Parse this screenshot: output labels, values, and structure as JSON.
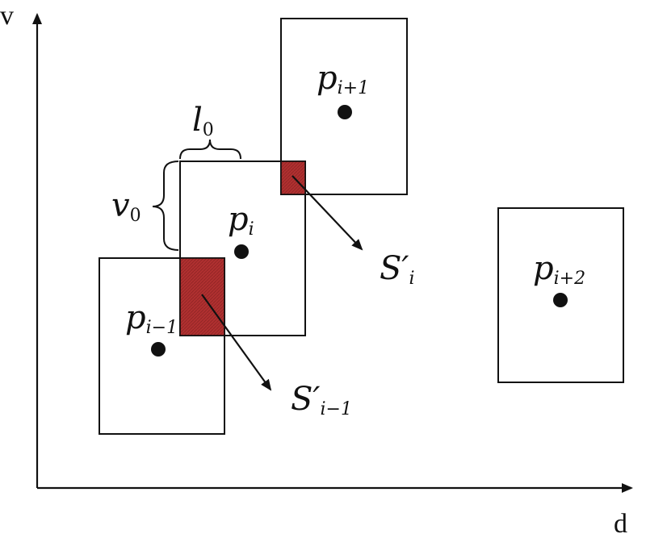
{
  "colors": {
    "overlap_fill": "#b03030",
    "stroke": "#111111"
  },
  "axes": {
    "x_label": "d",
    "y_label": "v"
  },
  "points": [
    {
      "id": "p_im1",
      "base": "p",
      "sub": "i−1"
    },
    {
      "id": "p_i",
      "base": "p",
      "sub": "i"
    },
    {
      "id": "p_ip1",
      "base": "p",
      "sub": "i+1"
    },
    {
      "id": "p_ip2",
      "base": "p",
      "sub": "i+2"
    }
  ],
  "dimensions": {
    "l0": {
      "base": "l",
      "sub": "0"
    },
    "v0": {
      "base": "v",
      "sub": "0"
    }
  },
  "overlaps": {
    "s_i": {
      "base": "S′",
      "sub": "i"
    },
    "s_im1": {
      "base": "S′",
      "sub": "i−1"
    }
  }
}
